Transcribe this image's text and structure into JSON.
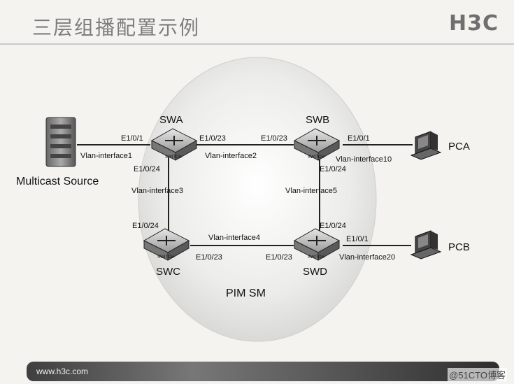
{
  "header": {
    "title": "三层组播配置示例",
    "logo": "H3C"
  },
  "footer": {
    "url": "www.h3c.com",
    "watermark": "@51CTO博客"
  },
  "diagram": {
    "domain_label": "PIM SM",
    "source_label": "Multicast Source",
    "switch_badge": "SWITCH",
    "nodes": {
      "swa": "SWA",
      "swb": "SWB",
      "swc": "SWC",
      "swd": "SWD",
      "pca": "PCA",
      "pcb": "PCB"
    },
    "ports": {
      "swa_e1": "E1/0/1",
      "swa_e23": "E1/0/23",
      "swa_e24": "E1/0/24",
      "swb_e23": "E1/0/23",
      "swb_e1": "E1/0/1",
      "swb_e24": "E1/0/24",
      "swc_e24": "E1/0/24",
      "swc_e23": "E1/0/23",
      "swd_e23": "E1/0/23",
      "swd_e24": "E1/0/24",
      "swd_e1": "E1/0/1"
    },
    "vlans": {
      "v1": "Vlan-interface1",
      "v2": "Vlan-interface2",
      "v3": "Vlan-interface3",
      "v4": "Vlan-interface4",
      "v5": "Vlan-interface5",
      "v10": "Vlan-interface10",
      "v20": "Vlan-interface20"
    }
  }
}
